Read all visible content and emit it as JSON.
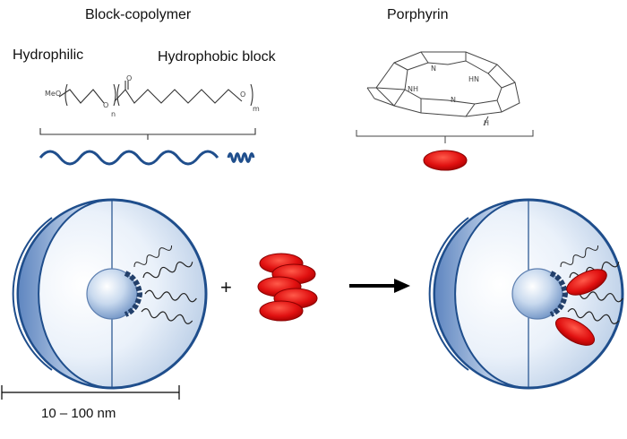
{
  "titles": {
    "block_copolymer": "Block-copolymer",
    "porphyrin": "Porphyrin"
  },
  "blocks": {
    "hydrophilic": "Hydrophilic",
    "hydrophobic": "Hydrophobic block"
  },
  "formula": {
    "meo": "MeO",
    "o1": "O",
    "n": "n",
    "o_carbonyl": "O",
    "o2": "O",
    "m": "m"
  },
  "porphyrin_atoms": {
    "n_top": "N",
    "hn_right": "HN",
    "nh_left": "NH",
    "n_bottom": "N",
    "h": "H"
  },
  "operators": {
    "plus": "+"
  },
  "scale": {
    "label": "10 – 100 nm"
  },
  "colors": {
    "micelle_blue": "#1f4e8c",
    "core_blue": "#9fbde0",
    "porphyrin_red": "#e01010",
    "chain_blue": "#1f4e8c"
  }
}
